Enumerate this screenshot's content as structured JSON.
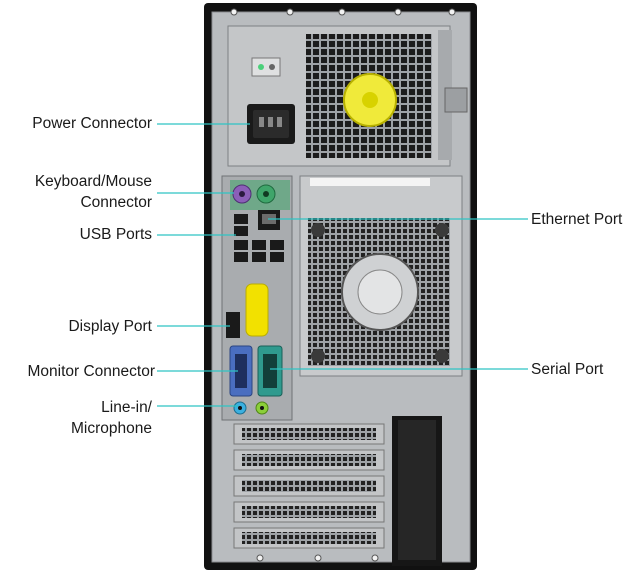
{
  "labels": {
    "power_connector": "Power Connector",
    "keyboard_mouse_line1": "Keyboard/Mouse",
    "keyboard_mouse_line2": "Connector",
    "usb_ports": "USB Ports",
    "display_port": "Display Port",
    "monitor_connector": "Monitor Connector",
    "line_in_line1": "Line-in/",
    "line_in_line2": "Microphone",
    "ethernet_port": "Ethernet Port",
    "serial_port": "Serial Port"
  },
  "colors": {
    "leader_line": "#2ec4c4",
    "case_black": "#111111",
    "chassis_silver": "#b9bcbf",
    "ps2_purple": "#8b5fb8",
    "ps2_green": "#3fa56a",
    "vga_blue": "#4a6ec0",
    "serial_teal": "#2f9a8e",
    "display_port_yellow": "#f2e100",
    "psu_fan_yellow": "#f0ea3a",
    "audio_green": "#8bcf3a",
    "audio_pink": "#f07ab0",
    "audio_blue": "#3bb0e0"
  }
}
